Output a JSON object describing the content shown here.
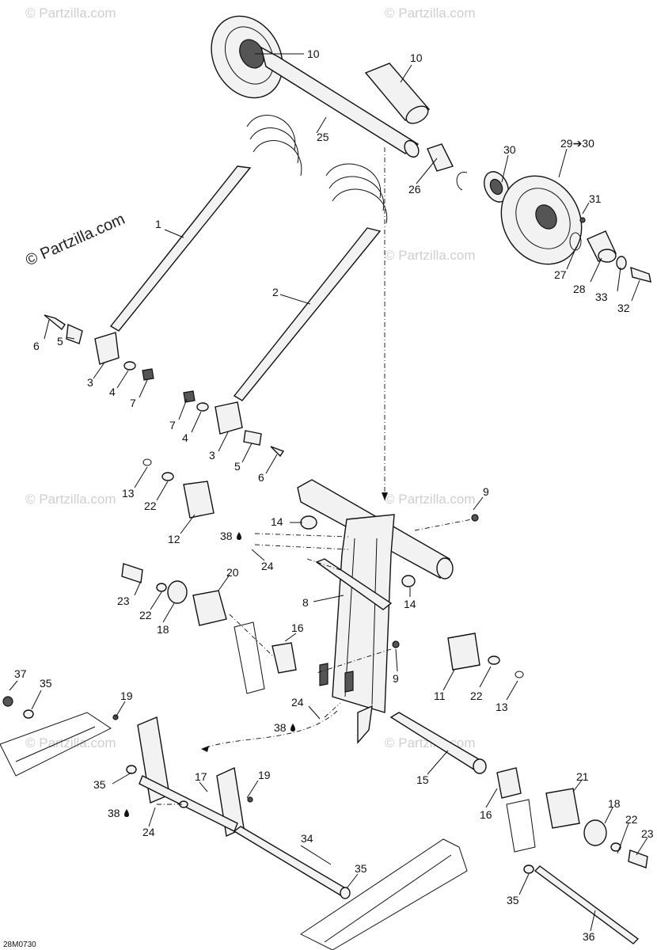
{
  "watermarks": {
    "main": "© Partzilla.com",
    "faint": "© Partzilla.com"
  },
  "drawing_code": "28M0730",
  "callouts": {
    "c1": "1",
    "c2": "2",
    "c3a": "3",
    "c3b": "3",
    "c4a": "4",
    "c4b": "4",
    "c5a": "5",
    "c5b": "5",
    "c6a": "6",
    "c6b": "6",
    "c7a": "7",
    "c7b": "7",
    "c8": "8",
    "c9a": "9",
    "c9b": "9",
    "c10a": "10",
    "c10b": "10",
    "c11": "11",
    "c12": "12",
    "c13a": "13",
    "c13b": "13",
    "c14a": "14",
    "c14b": "14",
    "c15": "15",
    "c16a": "16",
    "c16b": "16",
    "c17": "17",
    "c18a": "18",
    "c18b": "18",
    "c19a": "19",
    "c19b": "19",
    "c20": "20",
    "c21": "21",
    "c22a": "22",
    "c22b": "22",
    "c22c": "22",
    "c22d": "22",
    "c23a": "23",
    "c23b": "23",
    "c24a": "24",
    "c24b": "24",
    "c24c": "24",
    "c25": "25",
    "c26": "26",
    "c27": "27",
    "c28": "28",
    "c2930": "29➔30",
    "c30": "30",
    "c31": "31",
    "c32": "32",
    "c33": "33",
    "c34": "34",
    "c35a": "35",
    "c35b": "35",
    "c35c": "35",
    "c35d": "35",
    "c36": "36",
    "c37": "37",
    "c38a": "38",
    "c38b": "38",
    "c38c": "38"
  }
}
